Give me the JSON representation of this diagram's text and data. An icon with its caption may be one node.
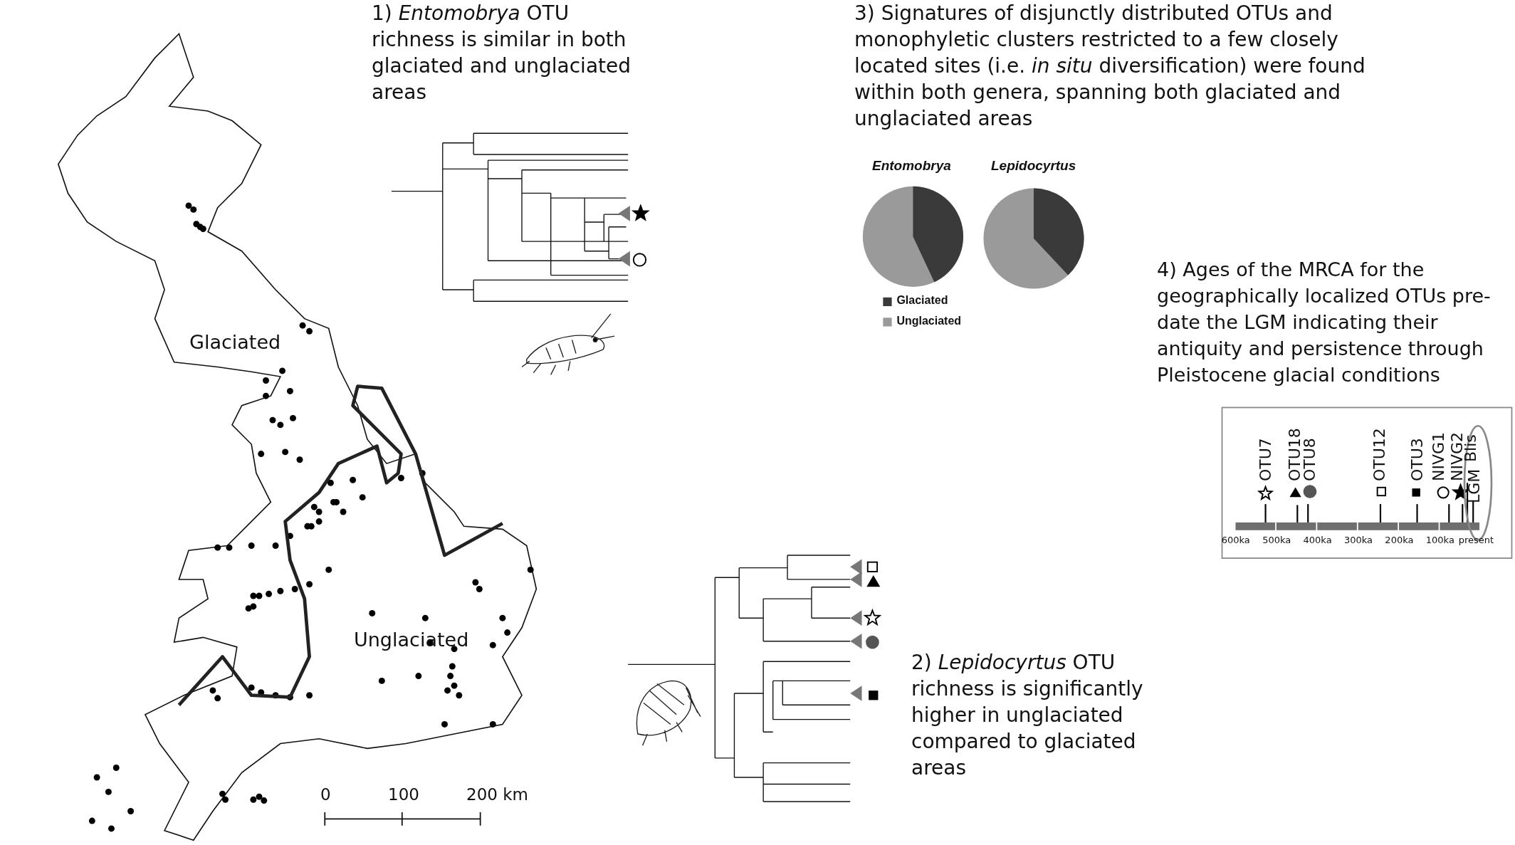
{
  "diagram": {
    "labels": [
      "1) *Entomobrya* OTU richness is similar in both glaciated and unglaciated areas",
      "3) Signatures of disjunctly distributed OTUs and monophyletic clusters restricted to a few closely located sites (i.e. *in situ* diversification) were found within both genera, spanning both glaciated and unglaciated areas",
      "Entomobrya",
      "Lepidocyrtus",
      "4) Ages of the MRCA for the geographically localized OTUs pre-date the LGM indicating their antiquity and persistence through Pleistocene glacial conditions",
      "Glaciated",
      "OTU7",
      "OTU18",
      "OTU8",
      "OTU12",
      "OTU3",
      "NIVG1",
      "NIVG2",
      "Blis",
      "LGM",
      "600ka",
      "500ka",
      "400ka",
      "300ka",
      "200ka",
      "100ka",
      "present",
      "Unglaciated",
      "2) *Lepidocyrtus* OTU richness is significantly higher in unglaciated compared to glaciated areas",
      "0",
      "100",
      "200 km"
    ],
    "legend": [
      {
        "text": "Glaciated",
        "color": "#3a3a3a"
      },
      {
        "text": "Unglaciated",
        "color": "#9a9a9a"
      }
    ]
  }
}
